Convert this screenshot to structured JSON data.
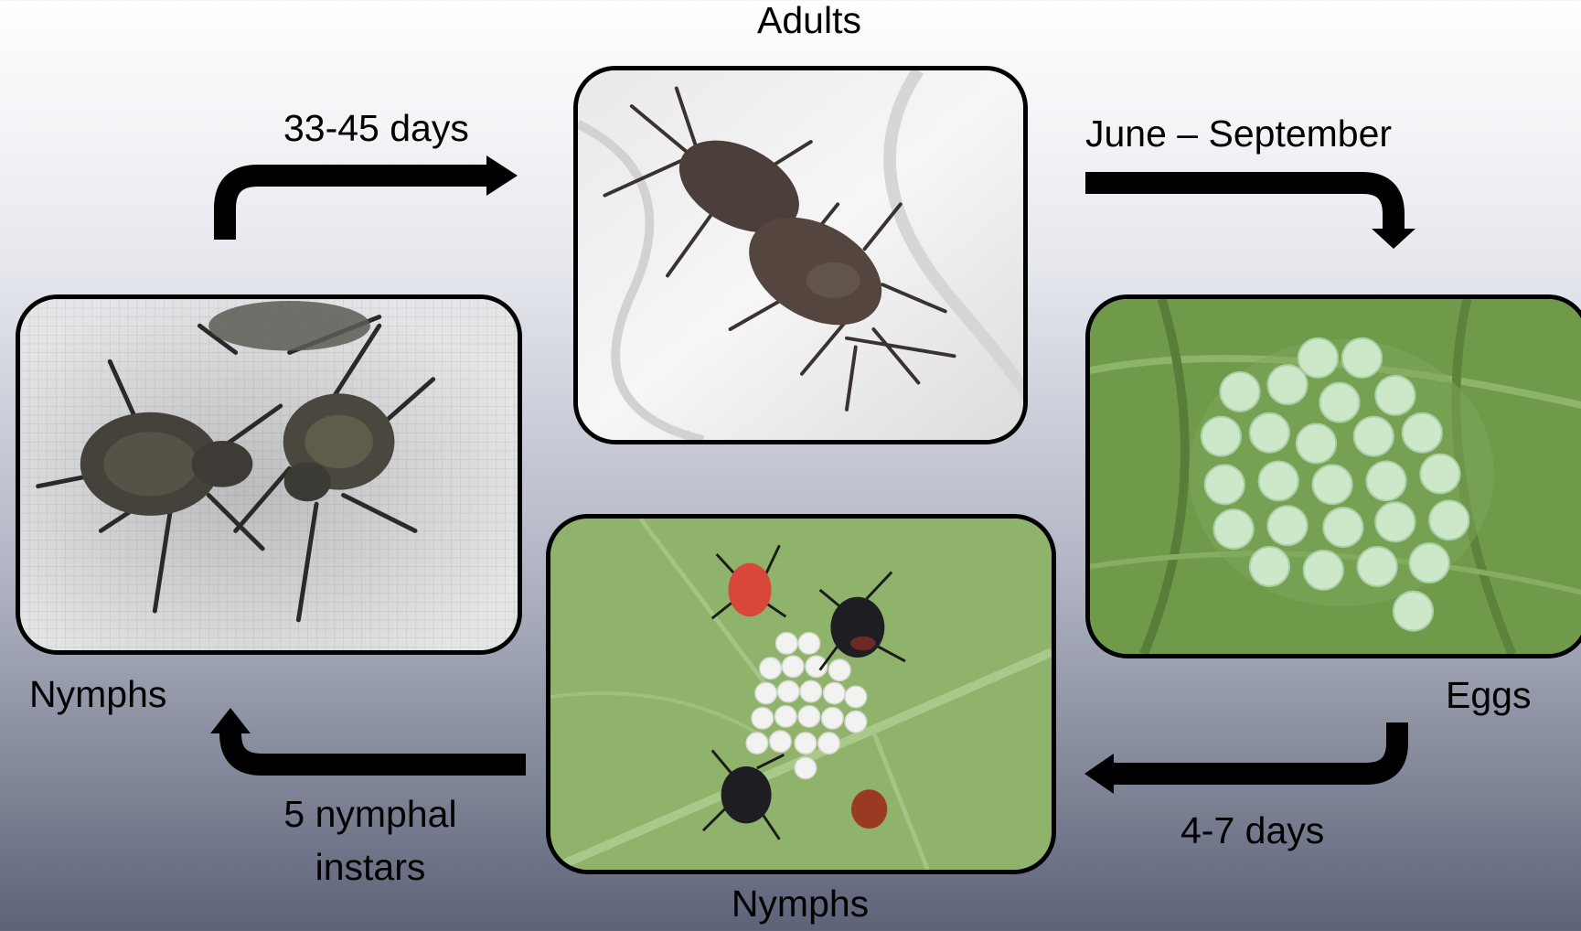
{
  "stages": {
    "adults": "Adults",
    "eggs": "Eggs",
    "nymphs_bottom": "Nymphs",
    "nymphs_left": "Nymphs"
  },
  "transitions": {
    "top_left": "33-45 days",
    "top_right": "June – September",
    "bottom_right": "4-7 days",
    "bottom_left_line1": "5 nymphal",
    "bottom_left_line2": "instars"
  },
  "photos": {
    "adults": "adult-stink-bugs-mating-photo",
    "eggs": "egg-cluster-on-leaf-photo",
    "nymphs_bottom": "hatching-nymphs-on-leaf-photo",
    "nymphs_left": "late-instar-nymphs-on-mesh-photo"
  }
}
